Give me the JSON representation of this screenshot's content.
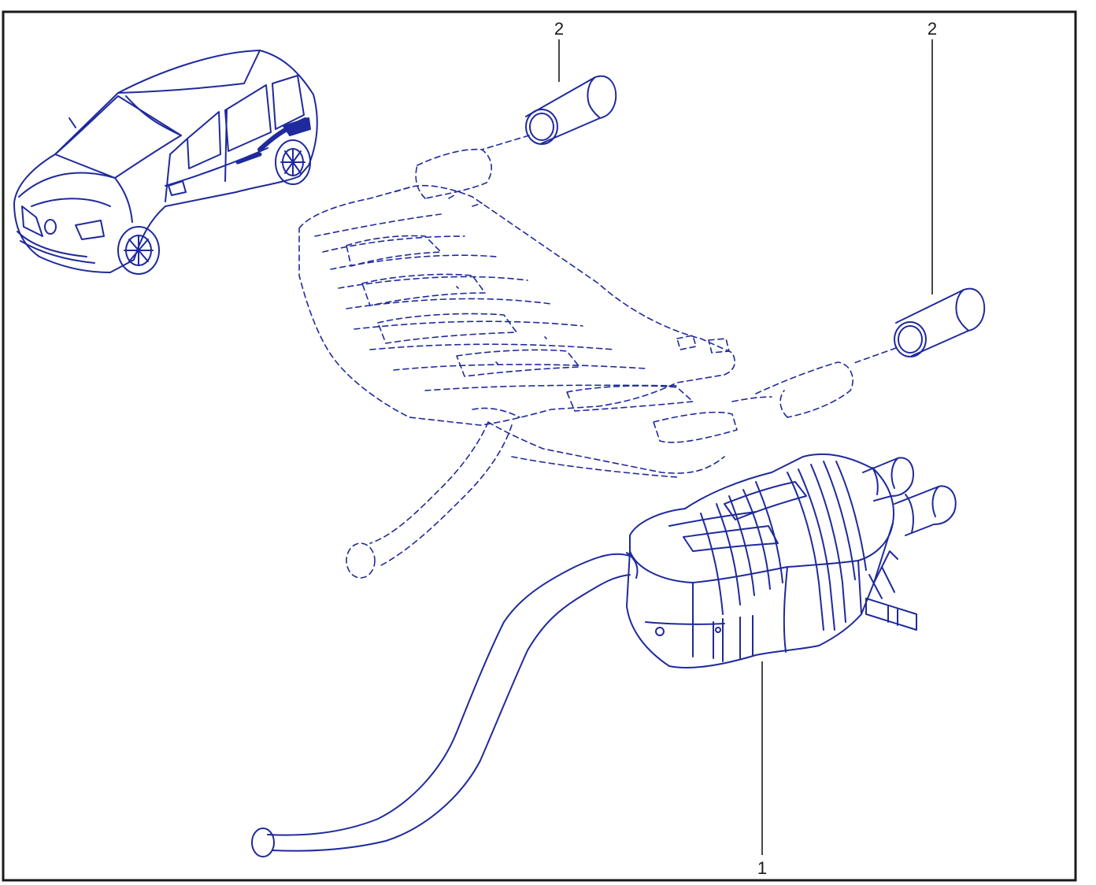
{
  "colors": {
    "line_art": "#1f2a9c",
    "frame": "#1a1a1a",
    "background": "#ffffff"
  },
  "callouts": [
    {
      "id": "tailpipe-trim-left",
      "label": "2"
    },
    {
      "id": "tailpipe-trim-right",
      "label": "2"
    },
    {
      "id": "rear-silencer",
      "label": "1"
    }
  ]
}
